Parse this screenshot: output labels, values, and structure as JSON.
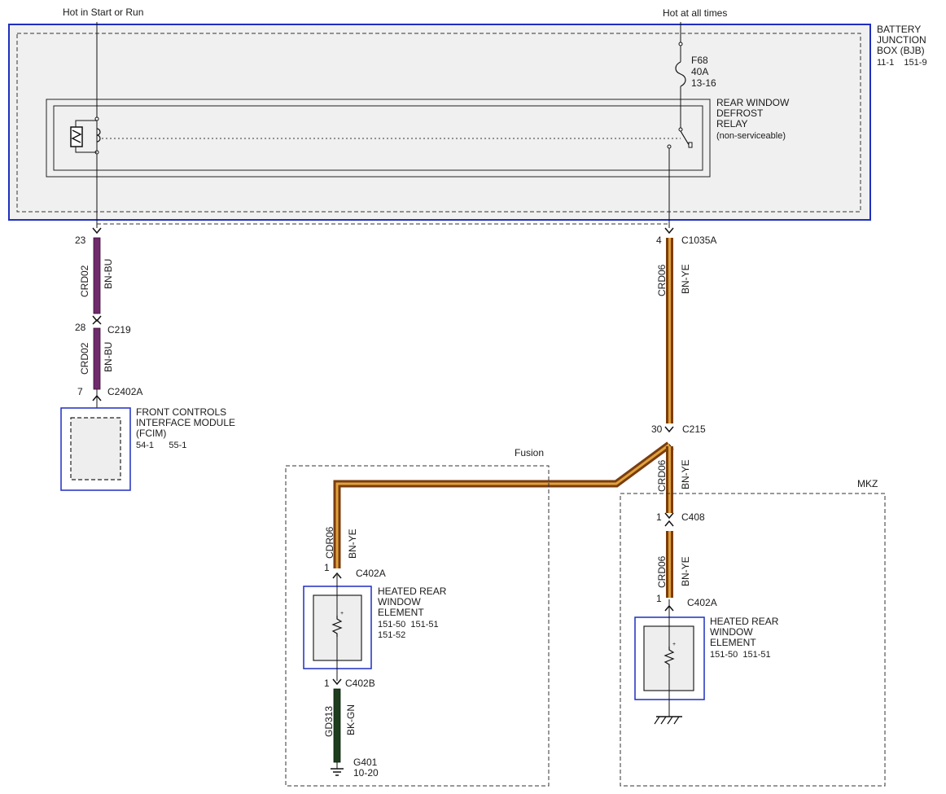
{
  "supplies": {
    "left": "Hot in Start or Run",
    "right": "Hot at all times"
  },
  "bjb": {
    "name_lines": [
      "BATTERY",
      "JUNCTION",
      "BOX (BJB)"
    ],
    "refs": "11-1    151-9"
  },
  "fuse": {
    "id": "F68",
    "rating": "40A",
    "ref": "13-16"
  },
  "relay": {
    "lines": [
      "REAR WINDOW",
      "DEFROST",
      "RELAY",
      "(non-serviceable)"
    ]
  },
  "connectors": {
    "c1035a": {
      "pin_left": "23",
      "pin_right": "4",
      "name": "C1035A"
    },
    "c219": {
      "pin": "28",
      "name": "C219"
    },
    "c2402a": {
      "pin": "7",
      "name": "C2402A"
    },
    "c215": {
      "pin": "30",
      "name": "C215"
    },
    "c408": {
      "pin": "1",
      "name": "C408"
    },
    "c402a_fusion": {
      "pin": "1",
      "name": "C402A"
    },
    "c402b_fusion": {
      "pin": "1",
      "name": "C402B"
    },
    "c402a_mkz": {
      "pin": "1",
      "name": "C402A"
    }
  },
  "wires": {
    "w1": {
      "circuit": "CRD02",
      "color": "BN-BU"
    },
    "w2": {
      "circuit": "CRD02",
      "color": "BN-BU"
    },
    "w3": {
      "circuit": "CRD06",
      "color": "BN-YE"
    },
    "w4": {
      "circuit": "CRD06",
      "color": "BN-YE"
    },
    "w5": {
      "circuit": "CDR06",
      "color": "BN-YE"
    },
    "w6": {
      "circuit": "CRD06",
      "color": "BN-YE"
    },
    "w7": {
      "circuit": "GD313",
      "color": "BK-GN"
    }
  },
  "fcim": {
    "lines": [
      "FRONT CONTROLS",
      "INTERFACE MODULE",
      "(FCIM)"
    ],
    "refs": "54-1      55-1"
  },
  "variants": {
    "fusion": "Fusion",
    "mkz": "MKZ"
  },
  "heater_fusion": {
    "lines": [
      "HEATED REAR",
      "WINDOW",
      "ELEMENT"
    ],
    "refs1": "151-50  151-51",
    "refs2": "151-52"
  },
  "heater_mkz": {
    "lines": [
      "HEATED REAR",
      "WINDOW",
      "ELEMENT"
    ],
    "refs1": "151-50  151-51"
  },
  "ground": {
    "id": "G401",
    "ref": "10-20"
  },
  "colors": {
    "module_border": "#1f2fbf",
    "wire_bn_bu": "#6e2a6a",
    "wire_bn_ye_outer": "#7a3d10",
    "wire_bn_ye_inner": "#e0a23a",
    "wire_bk_gn": "#1d3d1d",
    "box_fill": "#eeeeee"
  }
}
